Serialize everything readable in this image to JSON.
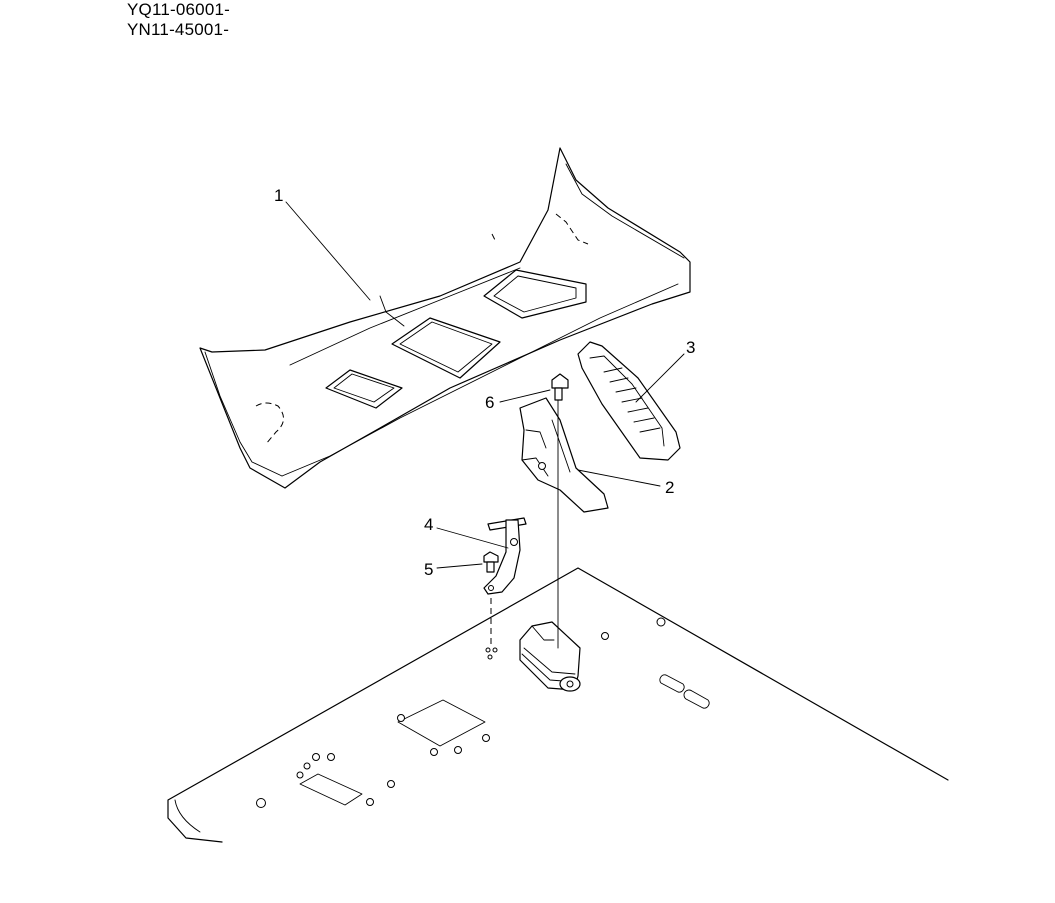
{
  "serials": [
    "YQ11-06001-",
    "YN11-45001-"
  ],
  "callouts": [
    "1",
    "2",
    "3",
    "4",
    "5",
    "6"
  ]
}
